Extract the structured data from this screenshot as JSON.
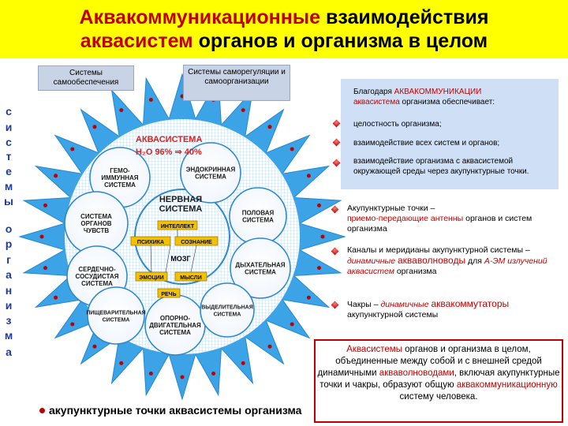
{
  "title": {
    "line1_red": "Аквакоммуникационные",
    "line1_black": " взаимодействия",
    "line2_red": "аквасистем",
    "line2_black": " органов и организма в целом"
  },
  "side_letters": [
    "с",
    "и",
    "с",
    "т",
    "е",
    "м",
    "ы",
    "о",
    "р",
    "г",
    "а",
    "н",
    "и",
    "з",
    "м",
    "а"
  ],
  "top_boxes": {
    "self_supply": "Системы самообеспечения",
    "self_regulation": "Системы саморегуляции и самоорганизации"
  },
  "center": {
    "aquasystem": "АКВАСИСТЕМА",
    "water": "H₂O 96% ⇒ 40%",
    "nervous": "НЕРВНАЯ СИСТЕМА",
    "intellect": "ИНТЕЛЛЕКТ",
    "psyche": "ПСИХИКА",
    "consciousness": "СОЗНАНИЕ",
    "brain": "МОЗГ",
    "emotions": "ЭМОЦИИ",
    "thoughts": "МЫСЛИ",
    "speech": "РЕЧЬ"
  },
  "systems": {
    "immune": "ГЕМО-ИММУННАЯ СИСТЕМА",
    "endocrine": "ЭНДОКРИННАЯ СИСТЕМА",
    "senses": "СИСТЕМА ОРГАНОВ ЧУВСТВ",
    "reproductive": "ПОЛОВАЯ СИСТЕМА",
    "cardio": "СЕРДЕЧНО-СОСУДИСТАЯ СИСТЕМА",
    "respiratory": "ДЫХАТЕЛЬНАЯ СИСТЕМА",
    "digestive": "ПИЩЕВАРИТЕЛЬНАЯ СИСТЕМА",
    "musculo": "ОПОРНО-ДВИГАТЕЛЬНАЯ СИСТЕМА",
    "excretory": "ВЫДЕЛИТЕЛЬНАЯ СИСТЕМА"
  },
  "panel": {
    "intro_pre": "Благодаря ",
    "intro_red": "АКВАКОММУНИКАЦИИ",
    "intro_red2": "аквасистема",
    "intro_post": " организма обеспечивает:",
    "b1": "целостность организма;",
    "b2": "взаимодействие всех систем и органов;",
    "b3": "взаимодействие организма с аквасистемой окружающей среды через акупунктурные точки."
  },
  "points": {
    "a_pre": "Акупунктурные точки –",
    "a_red": "приемо-передающие антенны",
    "a_post": " органов и систем организма",
    "c_pre": "Каналы и меридианы акупунктурной системы – ",
    "c_red": "динамичные ",
    "c_big": "акваволноводы",
    "c_mid": " для ",
    "c_red2": "А-ЭМ излучений аквасистем",
    "c_post": " организма",
    "h_pre": "Чакры – ",
    "h_red": "динамичные ",
    "h_big": "аквакоммутаторы",
    "h_post": " акупунктурной системы"
  },
  "bottom": {
    "r1": "Аквасистемы",
    "t1": " органов и организма в целом, объединенные между собой и с внешней средой динамичными ",
    "r2": "акваволноводами",
    "t2": ", включая акупунктурные точки и чакры, образуют общую ",
    "r3": "аквакоммуникационную",
    "t3": " систему человека."
  },
  "legend": "акупунктурные точки аквасистемы организма",
  "colors": {
    "header_bg": "#ffff00",
    "red_text": "#c00000",
    "star": "#3ba3e6",
    "panel_bg": "#cfe0f6"
  }
}
